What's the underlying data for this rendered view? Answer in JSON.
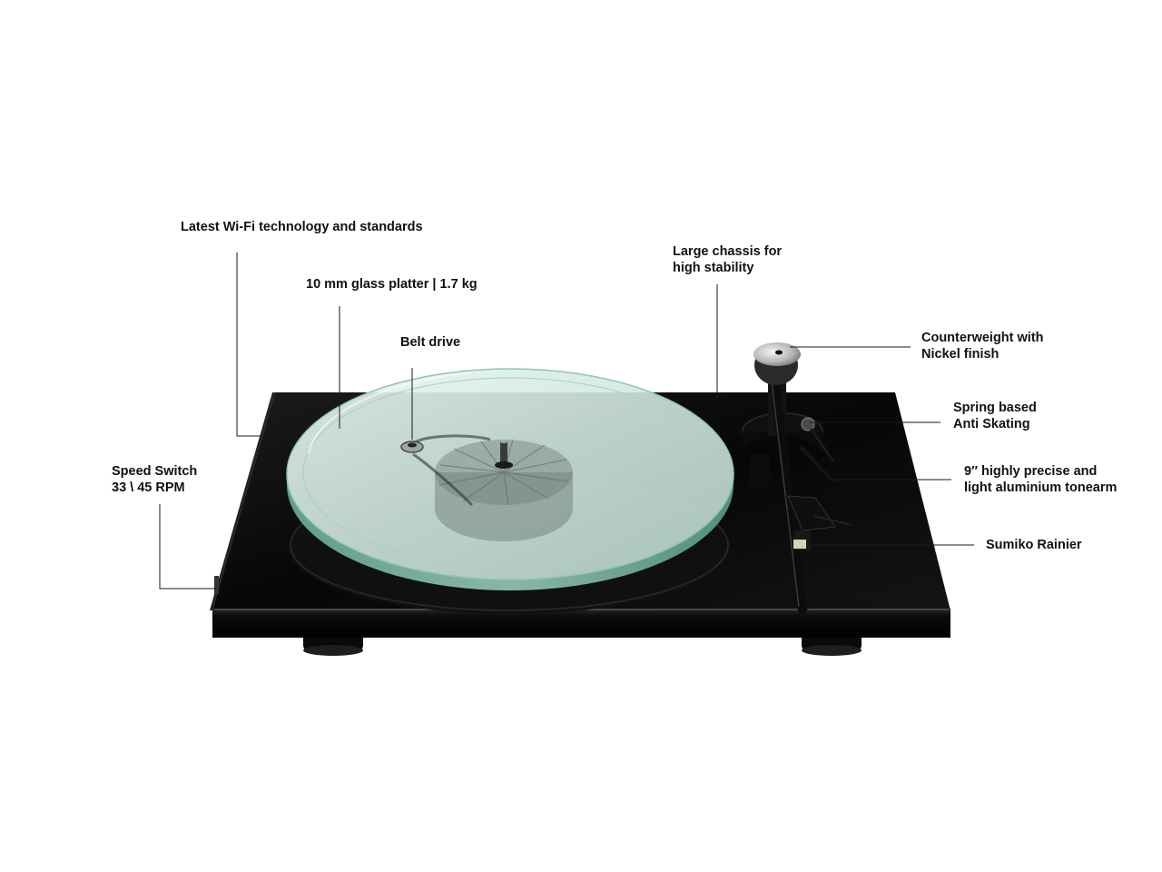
{
  "image": {
    "subject": "turntable",
    "background_color": "#ffffff",
    "plinth_color": "#050505",
    "platter_glass_color": "#bfe3d6"
  },
  "callouts": {
    "wifi": {
      "lines": [
        "Latest Wi-Fi technology and standards"
      ]
    },
    "platter": {
      "lines": [
        "10 mm glass platter | 1.7 kg"
      ]
    },
    "belt": {
      "lines": [
        "Belt drive"
      ]
    },
    "chassis": {
      "lines": [
        "Large chassis for",
        "high stability"
      ]
    },
    "counterweight": {
      "lines": [
        "Counterweight with",
        "Nickel finish"
      ]
    },
    "antiskating": {
      "lines": [
        "Spring based",
        "Anti Skating"
      ]
    },
    "tonearm": {
      "lines": [
        "9″ highly precise and",
        "light aluminium tonearm"
      ]
    },
    "cartridge": {
      "lines": [
        "Sumiko Rainier"
      ]
    },
    "speed": {
      "lines": [
        "Speed Switch",
        "33 \\ 45 RPM"
      ]
    }
  }
}
